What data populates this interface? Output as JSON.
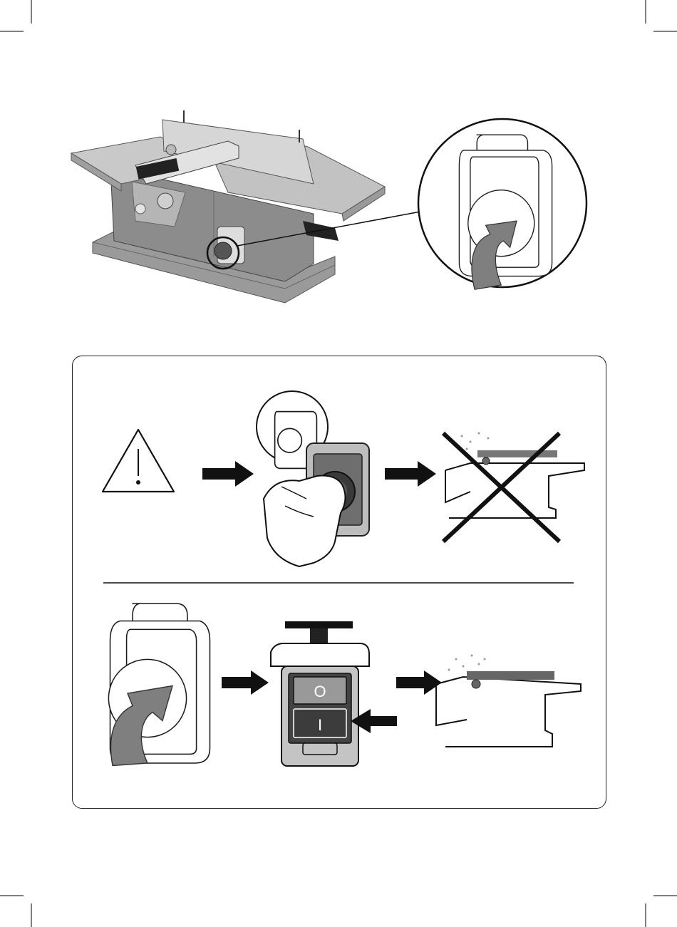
{
  "machine": {
    "brand_badge": "",
    "switch_symbols": {
      "off": "O",
      "on": "I"
    }
  },
  "colors": {
    "machine_body": "#8c8c8c",
    "table_metal": "#c9c9c9",
    "arrow_gray": "#7f7f7f",
    "ink": "#1a1a1a"
  },
  "icons": [
    "warning-triangle-icon",
    "right-arrow-icon",
    "rotate-arrow-icon",
    "cross-icon",
    "hand-icon"
  ],
  "steps_row_1": [
    "warning",
    "press-emergency-stop",
    "machine-stops"
  ],
  "steps_row_2": [
    "rotate-to-release",
    "press-on-button",
    "machine-runs"
  ]
}
